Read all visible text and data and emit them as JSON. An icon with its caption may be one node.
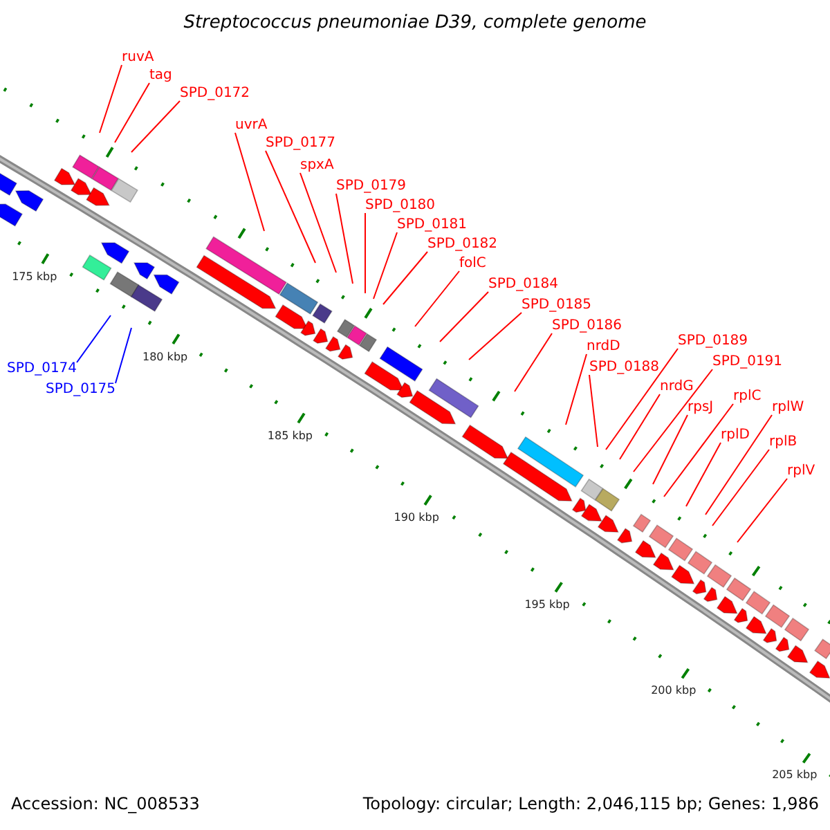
{
  "diagram": {
    "title": "Streptococcus pneumoniae D39, complete genome",
    "nodes": [
      {
        "text": [
          "ruvA"
        ]
      },
      {
        "text": [
          "tag"
        ]
      },
      {
        "text": [
          "SPD_0172"
        ]
      },
      {
        "text": [
          "uvrA"
        ]
      },
      {
        "text": [
          "SPD_0177"
        ]
      },
      {
        "text": [
          "spxA"
        ]
      },
      {
        "text": [
          "SPD_0179"
        ]
      },
      {
        "text": [
          "SPD_0180"
        ]
      },
      {
        "text": [
          "SPD_0181"
        ]
      },
      {
        "text": [
          "SPD_0182"
        ]
      },
      {
        "text": [
          "folC"
        ]
      },
      {
        "text": [
          "SPD_0184"
        ]
      },
      {
        "text": [
          "SPD_0185"
        ]
      },
      {
        "text": [
          "SPD_0186"
        ]
      },
      {
        "text": [
          "SPD_0189"
        ]
      },
      {
        "text": [
          "nrdD"
        ]
      },
      {
        "text": [
          "SPD_0191"
        ]
      },
      {
        "text": [
          "SPD_0188"
        ]
      },
      {
        "text": [
          "SPD_0174"
        ]
      },
      {
        "text": [
          "nrdG"
        ]
      },
      {
        "text": [
          "SPD_0175"
        ]
      },
      {
        "text": [
          "rplC"
        ]
      },
      {
        "text": [
          "rpsJ"
        ]
      },
      {
        "text": [
          "rplW"
        ]
      },
      {
        "text": [
          "rplD"
        ]
      },
      {
        "text": [
          "rplB"
        ]
      },
      {
        "text": [
          "rplV"
        ]
      }
    ],
    "edges": [
      {
        "from": 0,
        "to": null,
        "arrow": "none"
      },
      {
        "from": 1,
        "to": null,
        "arrow": "none"
      },
      {
        "from": 2,
        "to": null,
        "arrow": "none"
      },
      {
        "from": 3,
        "to": null,
        "arrow": "none"
      },
      {
        "from": 4,
        "to": null,
        "arrow": "none"
      },
      {
        "from": 5,
        "to": null,
        "arrow": "none"
      },
      {
        "from": 6,
        "to": null,
        "arrow": "none"
      },
      {
        "from": 7,
        "to": null,
        "arrow": "none"
      },
      {
        "from": 8,
        "to": null,
        "arrow": "none"
      },
      {
        "from": 9,
        "to": null,
        "arrow": "none"
      },
      {
        "from": 10,
        "to": null,
        "arrow": "none"
      },
      {
        "from": 11,
        "to": null,
        "arrow": "none"
      },
      {
        "from": 12,
        "to": null,
        "arrow": "none"
      },
      {
        "from": 13,
        "to": null,
        "arrow": "none"
      },
      {
        "from": 14,
        "to": null,
        "arrow": "none"
      },
      {
        "from": 15,
        "to": null,
        "arrow": "none"
      },
      {
        "from": 16,
        "to": null,
        "arrow": "none"
      },
      {
        "from": 17,
        "to": null,
        "arrow": "none"
      },
      {
        "from": 18,
        "to": null,
        "arrow": "none",
        "color": "#0000ff"
      },
      {
        "from": 19,
        "to": null,
        "arrow": "none"
      },
      {
        "from": 20,
        "to": null,
        "arrow": "none",
        "color": "#0000ff"
      },
      {
        "from": 21,
        "to": null,
        "arrow": "none"
      },
      {
        "from": 22,
        "to": null,
        "arrow": "none"
      },
      {
        "from": 23,
        "to": null,
        "arrow": "none"
      },
      {
        "from": 24,
        "to": null,
        "arrow": "none"
      },
      {
        "from": 25,
        "to": null,
        "arrow": "none"
      },
      {
        "from": 26,
        "to": null,
        "arrow": "none"
      }
    ],
    "labels": [
      "175 kbp",
      "180 kbp",
      "185 kbp",
      "190 kbp",
      "195 kbp",
      "200 kbp",
      "205 kbp",
      "Accession: NC_008533",
      "Topology: circular; Length: 2,046,115 bp; Genes: 1,986"
    ]
  }
}
